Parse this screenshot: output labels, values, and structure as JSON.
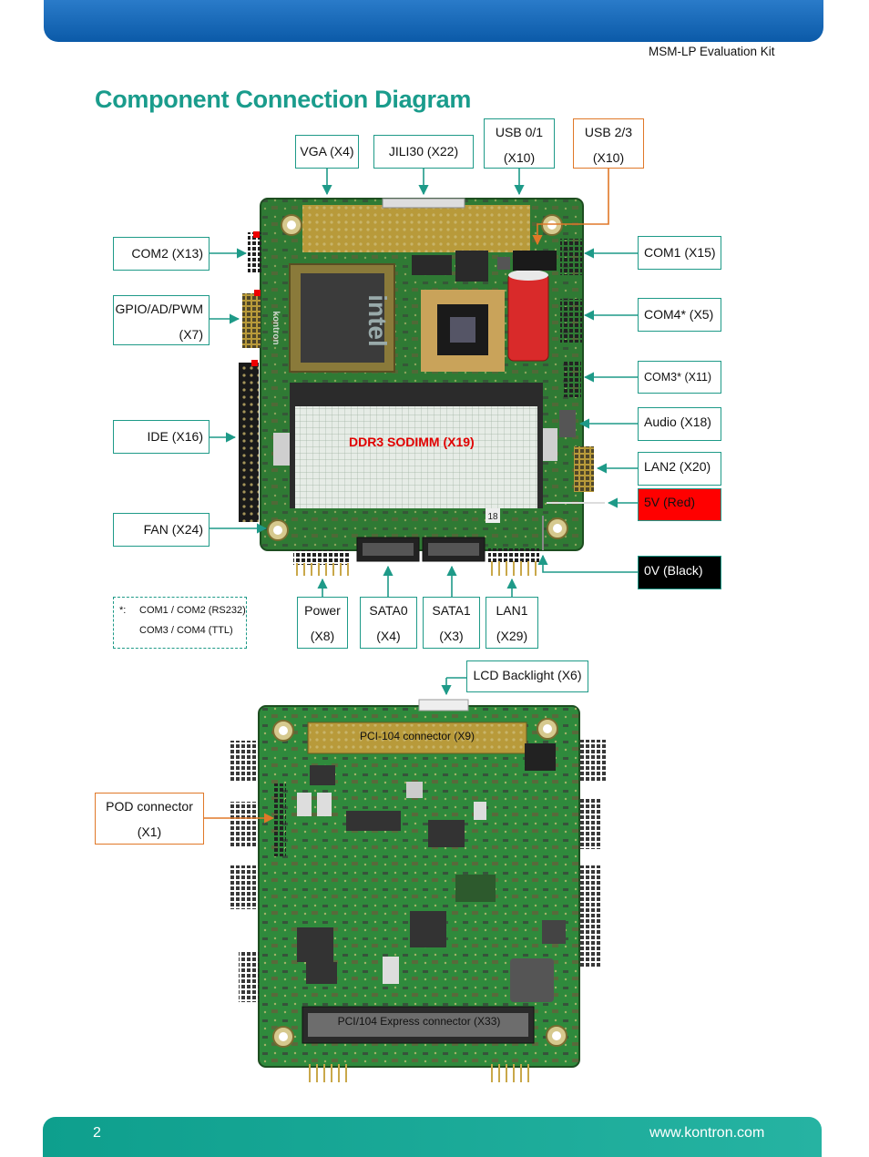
{
  "header": {
    "doc_title": "MSM-LP Evaluation Kit"
  },
  "page": {
    "heading": "Component Connection Diagram",
    "number": "2",
    "website": "www.kontron.com"
  },
  "top_labels": {
    "vga": "VGA (X4)",
    "jili30": "JILI30 (X22)",
    "usb01_a": "USB 0/1",
    "usb01_b": "(X10)",
    "usb23_a": "USB 2/3",
    "usb23_b": "(X10)"
  },
  "left_labels": {
    "com2": "COM2 (X13)",
    "gpio_a": "GPIO/AD/PWM",
    "gpio_b": "(X7)",
    "ide": "IDE (X16)",
    "fan": "FAN (X24)"
  },
  "right_labels": {
    "com1": "COM1 (X15)",
    "com4": "COM4* (X5)",
    "com3": "COM3* (X11)",
    "audio": "Audio (X18)",
    "lan2": "LAN2 (X20)",
    "v5": "5V (Red)",
    "v0": "0V (Black)"
  },
  "bottom_labels": {
    "power_a": "Power",
    "power_b": "(X8)",
    "sata0_a": "SATA0",
    "sata0_b": "(X4)",
    "sata1_a": "SATA1",
    "sata1_b": "(X3)",
    "lan1_a": "LAN1",
    "lan1_b": "(X29)"
  },
  "board_labels": {
    "sodimm": "DDR3 SODIMM (X19)",
    "pci104": "PCI-104 connector (X9)",
    "pcie104": "PCI/104 Express connector (X33)",
    "chip_brand": "intel",
    "side_brand": "kontron",
    "dimm_marker": "18"
  },
  "back_labels": {
    "lcd": "LCD Backlight (X6)",
    "pod_a": "POD connector",
    "pod_b": "(X1)"
  },
  "footnote": {
    "star": "*:",
    "line1": "COM1 / COM2 (RS232)",
    "line2": "COM3 / COM4 (TTL)"
  },
  "colors": {
    "teal": "#1a9c8c",
    "blue_bar": "#0b5aa8",
    "orange": "#e07828",
    "red": "#ff0000",
    "pcb_green": "#2e7d32"
  }
}
